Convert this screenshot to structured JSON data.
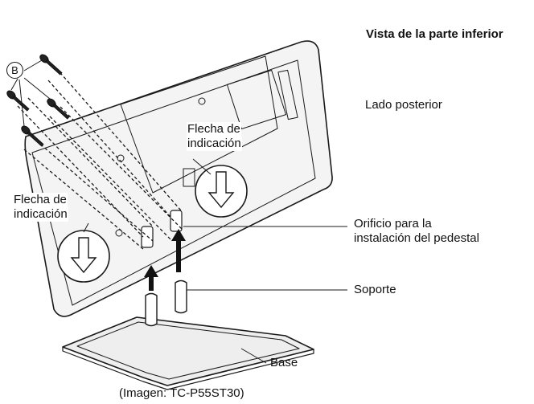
{
  "labels": {
    "title": "Vista de la parte inferior",
    "rear_side": "Lado posterior",
    "arrow_label_right_line1": "Flecha de",
    "arrow_label_right_line2": "indicación",
    "arrow_label_left_line1": "Flecha de",
    "arrow_label_left_line2": "indicación",
    "hole_line1": "Orificio para la",
    "hole_line2": "instalación del pedestal",
    "support": "Soporte",
    "base": "Base",
    "caption": "(Imagen: TC-P55ST30)",
    "screw_marker": "B"
  },
  "colors": {
    "line": "#1a1a1a",
    "tv_fill": "#f4f4f4",
    "base_fill": "#eeeeee",
    "arrow_fill": "#111111"
  }
}
